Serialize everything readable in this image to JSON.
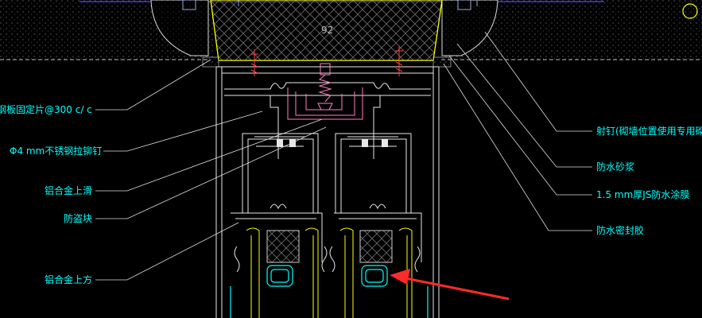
{
  "colors": {
    "background": "#000000",
    "frame_white": "#e8e8e8",
    "yellow": "#ffff00",
    "cyan": "#00ffff",
    "pink": "#ff7fc0",
    "red_arrow": "#ff2a2a",
    "hatch": "#6e6e6e",
    "leader": "#ffffff",
    "blue_edge": "#4a4aff"
  },
  "labels_left": [
    "钢板固定片@300 c/ c",
    "Φ4 mm不锈钢拉铆钉",
    "铝合金上滑",
    "防盗块",
    "铝合金上方"
  ],
  "labels_right": [
    "射钉(砌墙位置使用专用砌墙钉",
    "防水砂浆",
    "1.5 mm厚JS防水涂膜",
    "防水密封胶"
  ],
  "dimension_label": "92"
}
